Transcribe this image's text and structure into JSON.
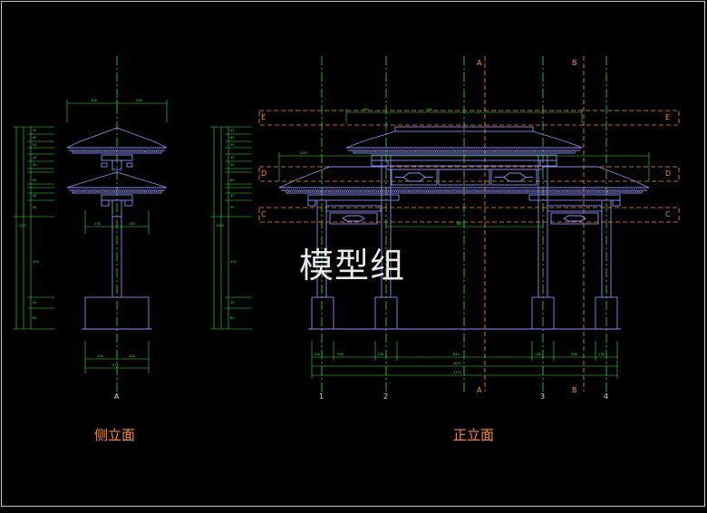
{
  "titles": {
    "side_elevation": "侧立面",
    "front_elevation": "正立面"
  },
  "watermark": "模型组",
  "axes": {
    "side": [
      "A"
    ],
    "front_bottom": [
      "1",
      "2",
      "A",
      "3",
      "B",
      "4"
    ],
    "front_top": [
      "A",
      "B"
    ],
    "levels": [
      "E",
      "D",
      "C"
    ]
  },
  "colors": {
    "structure": "#8c8cf0",
    "dimension": "#2ee63a",
    "gridline": "#ff8c32",
    "frame": "#c8c8c8"
  }
}
